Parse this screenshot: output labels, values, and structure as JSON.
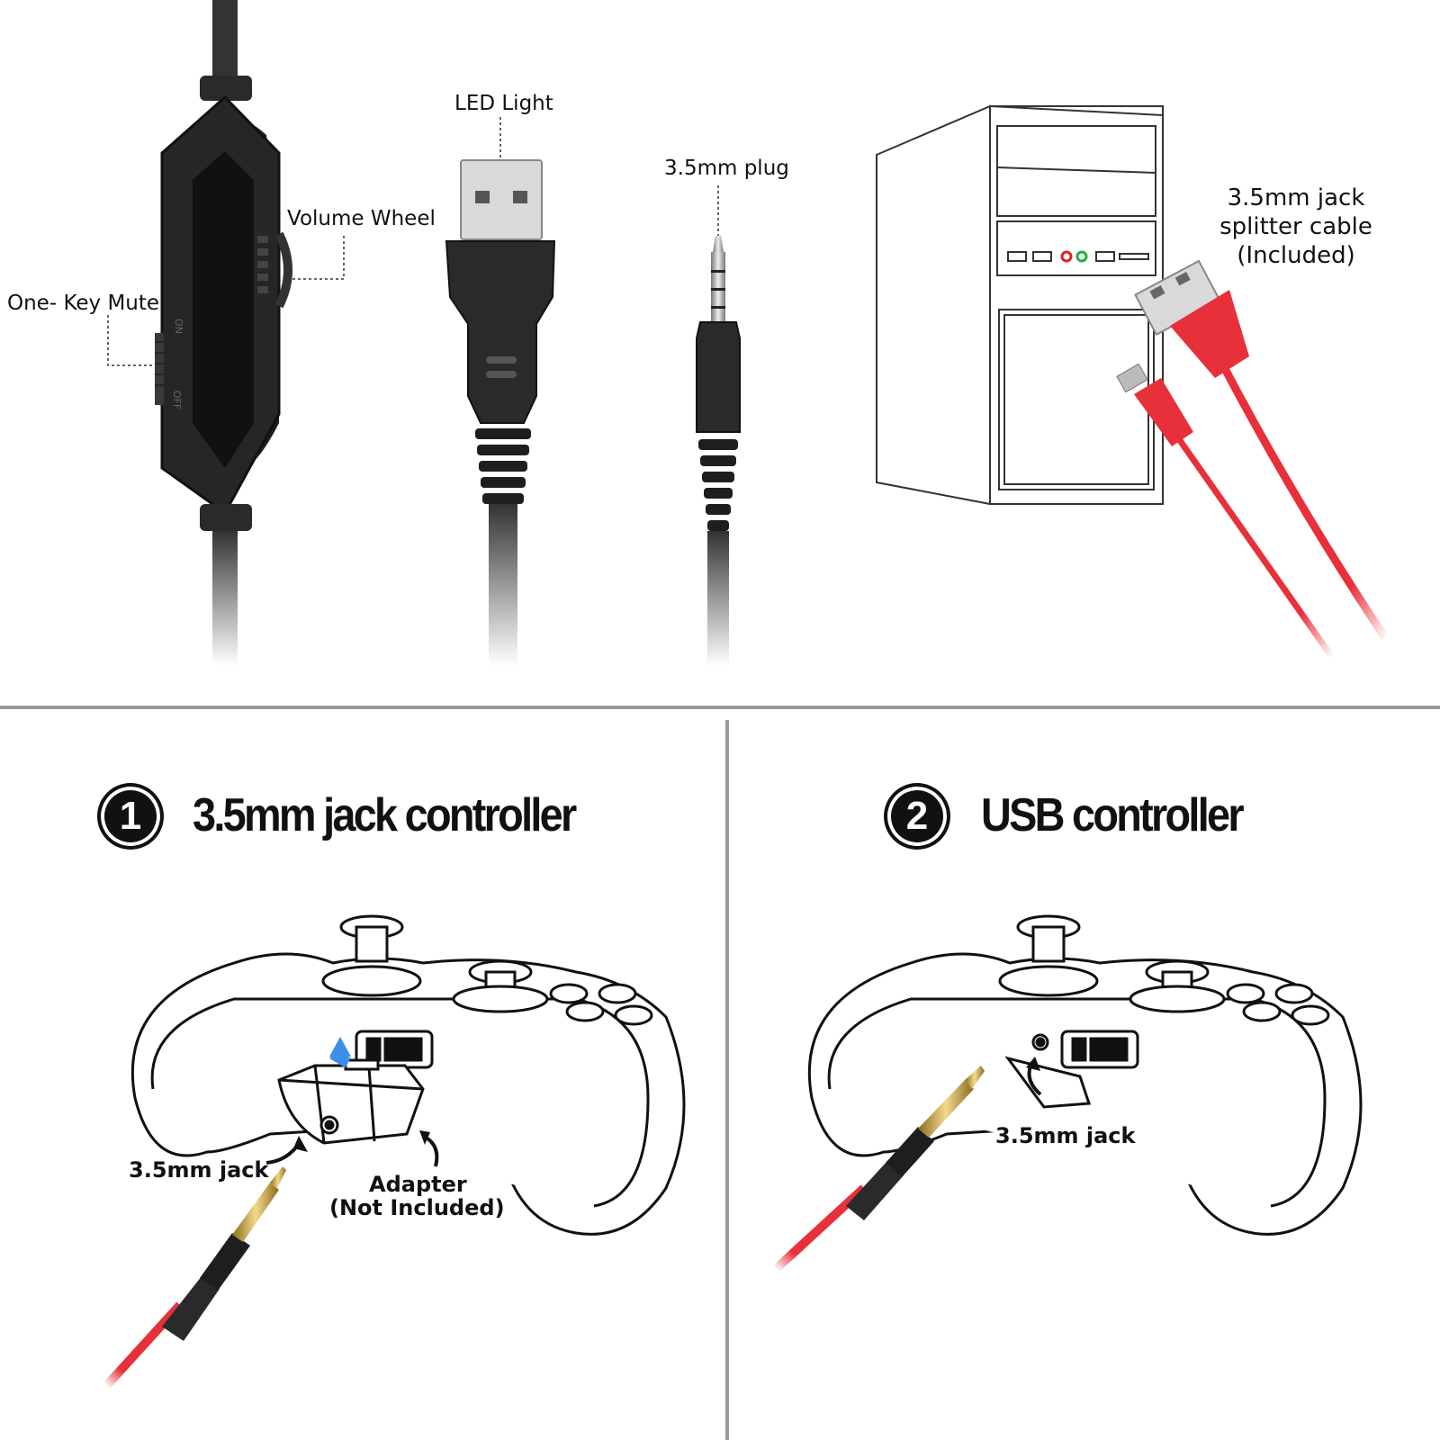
{
  "top": {
    "labels": {
      "one_key_mute": "One- Key Mute",
      "volume_wheel": "Volume Wheel",
      "led_light": "LED Light",
      "plug": "3.5mm plug",
      "splitter": "3.5mm jack splitter cable (Included)"
    },
    "inline_switch_marks": {
      "on": "ON",
      "off": "OFF"
    }
  },
  "sections": [
    {
      "number": "1",
      "title": "3.5mm jack controller",
      "jack_label": "3.5mm jack",
      "adapter_label": "Adapter",
      "adapter_note": "(Not Included)"
    },
    {
      "number": "2",
      "title": "USB controller",
      "jack_label": "3.5mm jack"
    }
  ],
  "colors": {
    "cable_red": "#e8303a",
    "led_red": "#e02020",
    "led_green": "#1fb040",
    "body_black": "#222222",
    "arrow_blue": "#3a8fe8",
    "divider_gray": "#9a9a9a"
  }
}
